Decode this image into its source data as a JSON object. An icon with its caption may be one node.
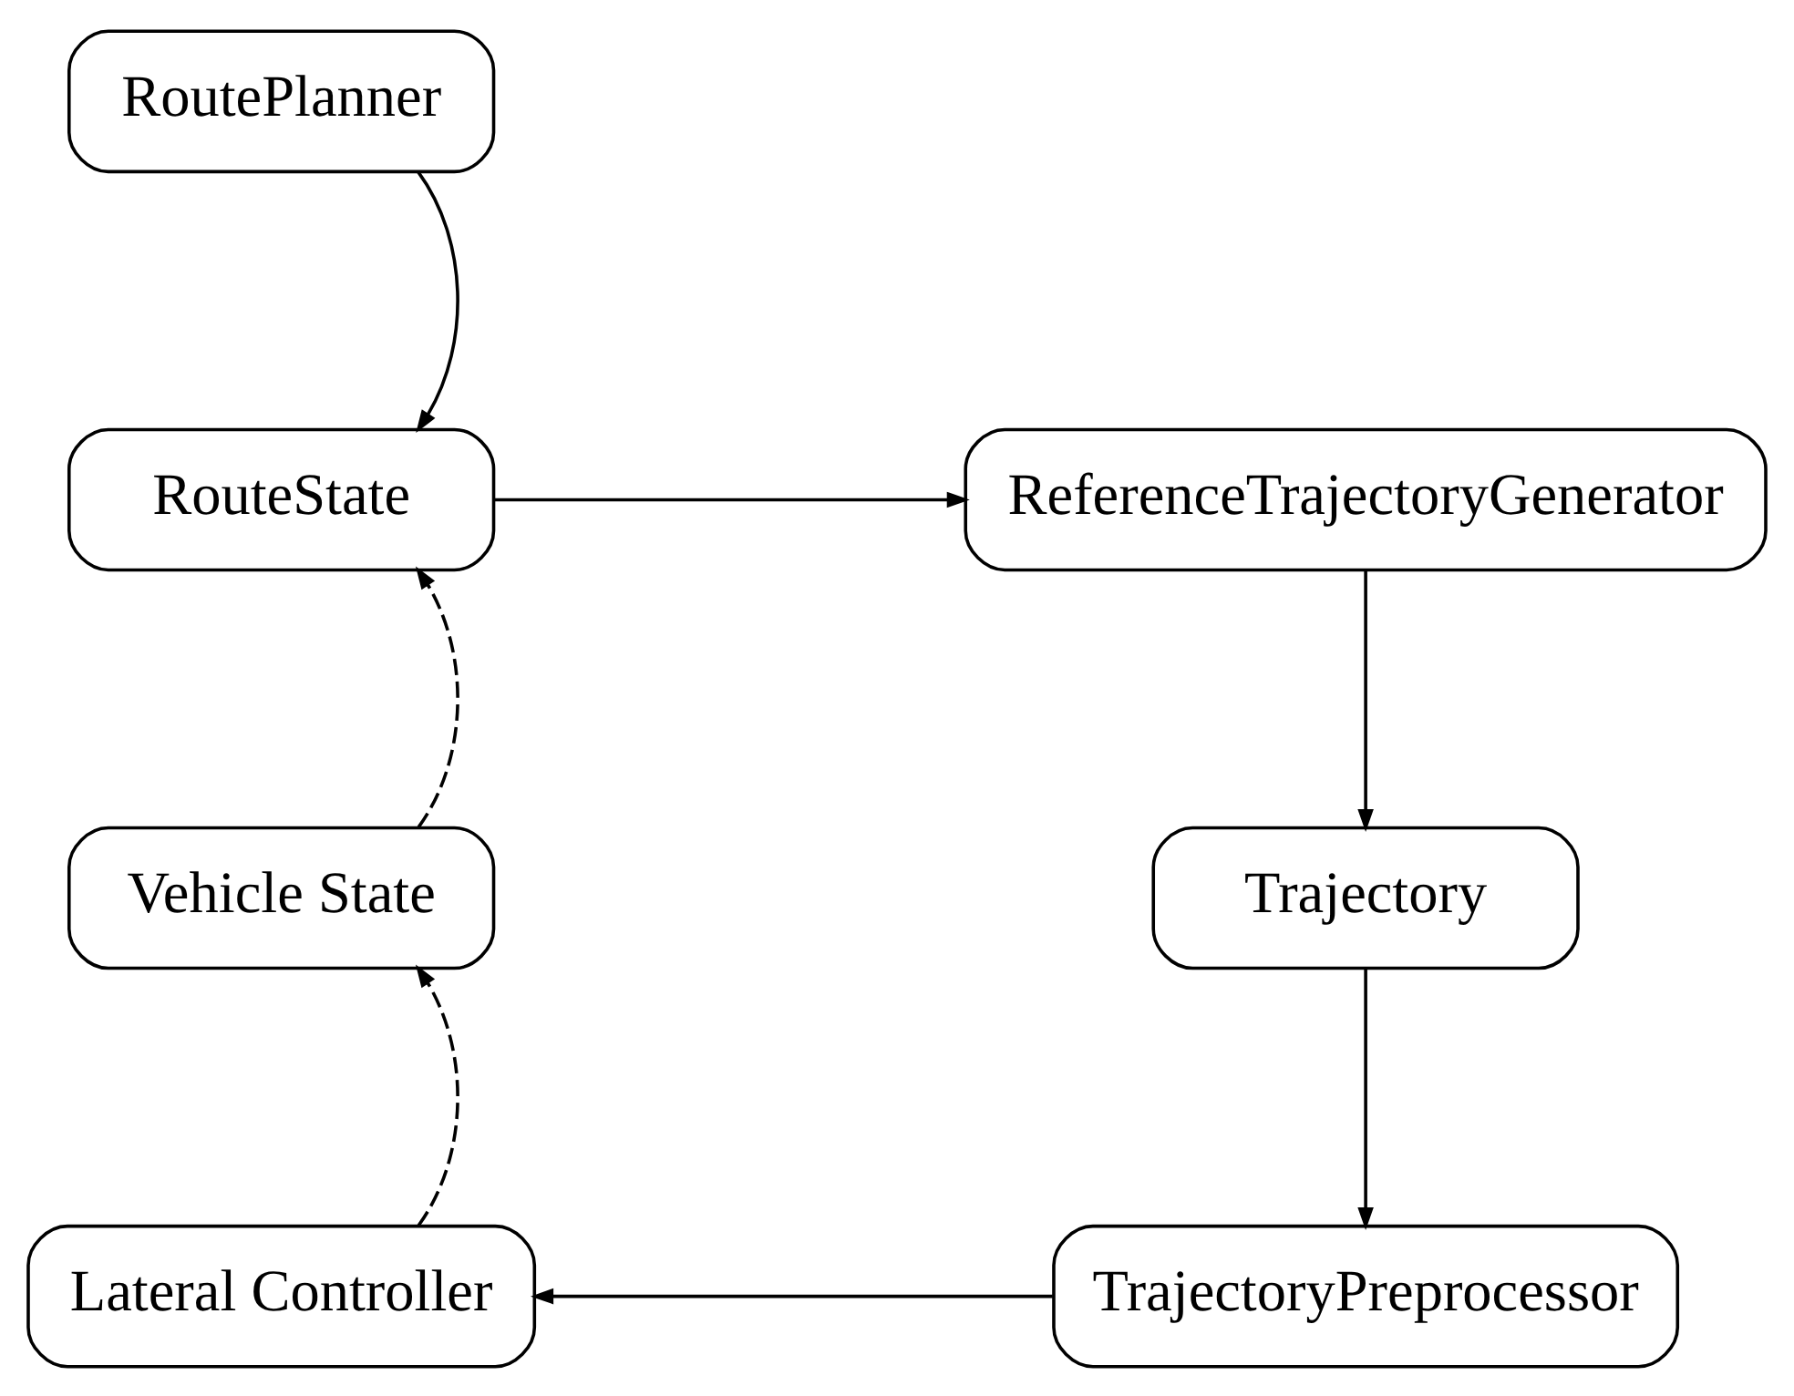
{
  "diagram": {
    "nodes": [
      {
        "text": [
          "RoutePlanner"
        ]
      },
      {
        "text": [
          "RouteState"
        ]
      },
      {
        "text": [
          "ReferenceTrajectoryGenerator"
        ]
      },
      {
        "text": [
          "Vehicle State"
        ]
      },
      {
        "text": [
          "Trajectory"
        ]
      },
      {
        "text": [
          "Lateral Controller"
        ]
      },
      {
        "text": [
          "TrajectoryPreprocessor"
        ]
      }
    ],
    "edges": [
      {
        "from": 0,
        "to": 1,
        "arrow": "to"
      },
      {
        "from": 1,
        "to": 2,
        "arrow": "to"
      },
      {
        "from": 2,
        "to": 4,
        "arrow": "to"
      },
      {
        "from": 4,
        "to": 6,
        "arrow": "to"
      },
      {
        "from": 6,
        "to": 5,
        "arrow": "to"
      },
      {
        "from": 5,
        "to": 3,
        "arrow": "to",
        "style": "dashed"
      },
      {
        "from": 3,
        "to": 1,
        "arrow": "to",
        "style": "dashed"
      }
    ]
  }
}
